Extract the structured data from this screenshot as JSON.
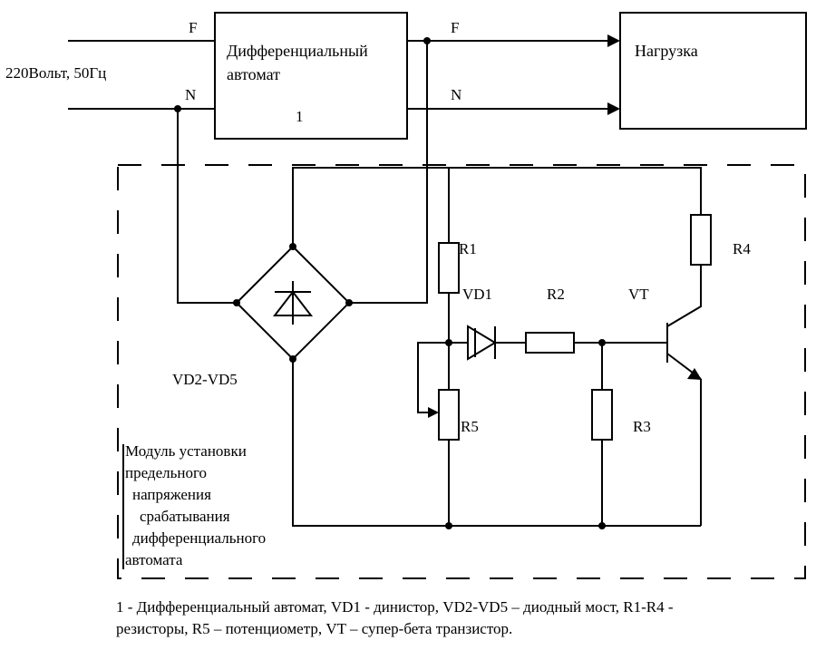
{
  "supply": {
    "label": "220Вольт, 50Гц",
    "phase": "F",
    "neutral": "N"
  },
  "breaker": {
    "title_line1": "Дифференциальный",
    "title_line2": "автомат",
    "number": "1"
  },
  "load": {
    "label": "Нагрузка"
  },
  "components": {
    "r1": "R1",
    "r2": "R2",
    "r3": "R3",
    "r4": "R4",
    "r5": "R5",
    "vd1": "VD1",
    "vt": "VT",
    "bridge": "VD2-VD5"
  },
  "module": {
    "lines": [
      "Модуль установки",
      "предельного",
      "напряжения",
      "срабатывания",
      "дифференциального",
      "автомата"
    ]
  },
  "caption": {
    "line1": "1 - Дифференциальный автомат, VD1 -  динистор, VD2-VD5 – диодный мост, R1-R4  -",
    "line2": "резисторы, R5 – потенциометр,  VT – супер-бета транзистор."
  }
}
